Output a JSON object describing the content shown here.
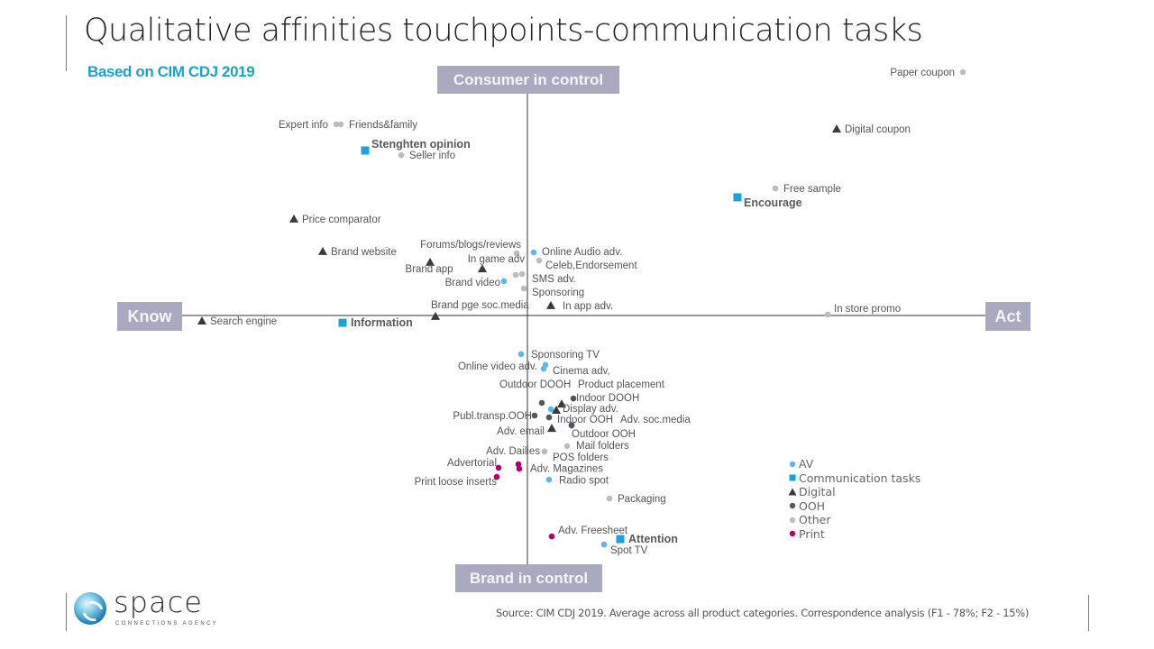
{
  "header": {
    "title": "Qualitative affinities touchpoints-communication tasks",
    "subtitle": "Based on CIM CDJ 2019"
  },
  "footer": {
    "source": "Source: CIM CDJ 2019. Average across all product categories. Correspondence analysis (F1 - 78%; F2 - 15%)",
    "logo_word": "space",
    "logo_tagline": "CONNECTIONS AGENCY"
  },
  "colors": {
    "AV": "#5db8ea",
    "Communication tasks": "#1aa3d6",
    "Digital": "#3a3a3a",
    "OOH": "#55555f",
    "Other": "#bdbdbd",
    "Print": "#b0006e",
    "axis_box": "#a9a9bf",
    "accent": "#1aa3c8"
  },
  "chart_data": {
    "type": "scatter",
    "title": "Qualitative affinities touchpoints-communication tasks",
    "xlabel_left": "Know",
    "xlabel_right": "Act",
    "ylabel_top": "Consumer in control",
    "ylabel_bottom": "Brand in control",
    "xlim": [
      -0.77,
      1.01
    ],
    "ylim": [
      -0.97,
      0.93
    ],
    "grid": false,
    "legend_position": "bottom-right",
    "legend": [
      "AV",
      "Communication tasks",
      "Digital",
      "OOH",
      "Other",
      "Print"
    ],
    "points": [
      {
        "label": "Paper coupon",
        "group": "Other",
        "x": 0.966,
        "y": 0.9,
        "label_side": "left"
      },
      {
        "label": "Digital coupon",
        "group": "Digital",
        "x": 0.686,
        "y": 0.69,
        "label_side": "right"
      },
      {
        "label": "Free sample",
        "group": "Other",
        "x": 0.55,
        "y": 0.47,
        "label_side": "right"
      },
      {
        "label": "Encourage",
        "group": "Communication tasks",
        "x": 0.466,
        "y": 0.437,
        "label_side": "right-below"
      },
      {
        "label": "Expert info",
        "group": "Other",
        "x": -0.424,
        "y": 0.707,
        "label_side": "left"
      },
      {
        "label": "Friends&family",
        "group": "Other",
        "x": -0.414,
        "y": 0.707,
        "label_side": "right"
      },
      {
        "label": "Stenghten opinion",
        "group": "Communication tasks",
        "x": -0.36,
        "y": 0.61,
        "label_side": "right-above"
      },
      {
        "label": "Seller info",
        "group": "Other",
        "x": -0.28,
        "y": 0.593,
        "label_side": "right"
      },
      {
        "label": "Price comparator",
        "group": "Digital",
        "x": -0.518,
        "y": 0.357,
        "label_side": "right"
      },
      {
        "label": "Brand website",
        "group": "Digital",
        "x": -0.454,
        "y": 0.237,
        "label_side": "right"
      },
      {
        "label": "Forums/blogs/reviews",
        "group": "Other",
        "x": -0.024,
        "y": 0.23,
        "label_side": "left-above"
      },
      {
        "label": "Online Audio adv.",
        "group": "AV",
        "x": 0.014,
        "y": 0.233,
        "label_side": "right"
      },
      {
        "label": "Celeb,Endorsement",
        "group": "Other",
        "x": 0.026,
        "y": 0.203,
        "label_side": "right"
      },
      {
        "label": "In game adv",
        "group": "Digital",
        "x": -0.1,
        "y": 0.173,
        "label_side": "left-above"
      },
      {
        "label": "Brand app",
        "group": "Digital",
        "x": -0.216,
        "y": 0.197,
        "label_side": "below"
      },
      {
        "label": "SMS adv.",
        "group": "Other",
        "x": -0.012,
        "y": 0.153,
        "label_side": "right"
      },
      {
        "label": "SMS adv. (2)",
        "group": "Other",
        "x": -0.026,
        "y": 0.15,
        "label_side": "none"
      },
      {
        "label": "Brand video",
        "group": "AV",
        "x": -0.052,
        "y": 0.127,
        "label_side": "left"
      },
      {
        "label": "Sponsoring",
        "group": "Other",
        "x": -0.008,
        "y": 0.1,
        "label_side": "right"
      },
      {
        "label": "Brand pge soc.media",
        "group": "Digital",
        "x": -0.204,
        "y": -0.003,
        "label_side": "right-above"
      },
      {
        "label": "In app adv.",
        "group": "Digital",
        "x": 0.052,
        "y": 0.037,
        "label_side": "right"
      },
      {
        "label": "Search engine",
        "group": "Digital",
        "x": -0.722,
        "y": -0.02,
        "label_side": "right"
      },
      {
        "label": "Information",
        "group": "Communication tasks",
        "x": -0.41,
        "y": -0.027,
        "label_side": "right"
      },
      {
        "label": "In store promo",
        "group": "Other",
        "x": 0.666,
        "y": 0.003,
        "label_side": "right-above"
      },
      {
        "label": "Sponsoring TV",
        "group": "AV",
        "x": -0.014,
        "y": -0.143,
        "label_side": "right"
      },
      {
        "label": "Online video adv.",
        "group": "AV",
        "x": 0.036,
        "y": -0.197,
        "label_side": "left-above"
      },
      {
        "label": "Cinema adv,",
        "group": "AV",
        "x": 0.04,
        "y": -0.183,
        "label_side": "right-below"
      },
      {
        "label": "Outdoor DOOH",
        "group": "OOH",
        "x": 0.032,
        "y": -0.323,
        "label_side": "above"
      },
      {
        "label": "Product placement",
        "group": "Digital",
        "x": 0.076,
        "y": -0.327,
        "label_side": "right-above"
      },
      {
        "label": "Indoor DOOH",
        "group": "OOH",
        "x": 0.102,
        "y": -0.307,
        "label_side": "right"
      },
      {
        "label": "Display adv.",
        "group": "Digital",
        "x": 0.064,
        "y": -0.35,
        "label_side": "right"
      },
      {
        "label": "Display adv. (AV)",
        "group": "AV",
        "x": 0.052,
        "y": -0.347,
        "label_side": "none"
      },
      {
        "label": "Publ.transp.OOH",
        "group": "OOH",
        "x": 0.016,
        "y": -0.37,
        "label_side": "left"
      },
      {
        "label": "Indoor OOH",
        "group": "OOH",
        "x": 0.048,
        "y": -0.377,
        "label_side": "right"
      },
      {
        "label": "Adv. soc.media",
        "group": "OOH",
        "x": 0.098,
        "y": -0.407,
        "label_side": "right-above"
      },
      {
        "label": "Adv. email",
        "group": "Digital",
        "x": 0.054,
        "y": -0.417,
        "label_side": "left"
      },
      {
        "label": "Outdoor OOH",
        "group": "OOH",
        "x": 0.098,
        "y": -0.405,
        "label_side": "right-below"
      },
      {
        "label": "Mail folders",
        "group": "Other",
        "x": 0.088,
        "y": -0.483,
        "label_side": "right"
      },
      {
        "label": "Adv. Dailies",
        "group": "Other",
        "x": 0.038,
        "y": -0.503,
        "label_side": "left"
      },
      {
        "label": "POS folders",
        "group": "Other",
        "x": 0.038,
        "y": -0.503,
        "label_side": "right-below"
      },
      {
        "label": "Advertorial",
        "group": "Print",
        "x": -0.064,
        "y": -0.563,
        "label_side": "left-above"
      },
      {
        "label": "Adv. Dailies (Print)",
        "group": "Print",
        "x": -0.02,
        "y": -0.55,
        "label_side": "none"
      },
      {
        "label": "Adv. Magazines",
        "group": "Print",
        "x": -0.018,
        "y": -0.567,
        "label_side": "right"
      },
      {
        "label": "Print loose inserts",
        "group": "Print",
        "x": -0.068,
        "y": -0.597,
        "label_side": "left"
      },
      {
        "label": "Radio spot",
        "group": "AV",
        "x": 0.048,
        "y": -0.607,
        "label_side": "right"
      },
      {
        "label": "Packaging",
        "group": "Other",
        "x": 0.182,
        "y": -0.677,
        "label_side": "right"
      },
      {
        "label": "Adv. Freesheet",
        "group": "Print",
        "x": 0.054,
        "y": -0.817,
        "label_side": "right-above"
      },
      {
        "label": "Attention",
        "group": "Communication tasks",
        "x": 0.206,
        "y": -0.827,
        "label_side": "right"
      },
      {
        "label": "Spot TV",
        "group": "AV",
        "x": 0.17,
        "y": -0.847,
        "label_side": "right-below"
      }
    ]
  }
}
